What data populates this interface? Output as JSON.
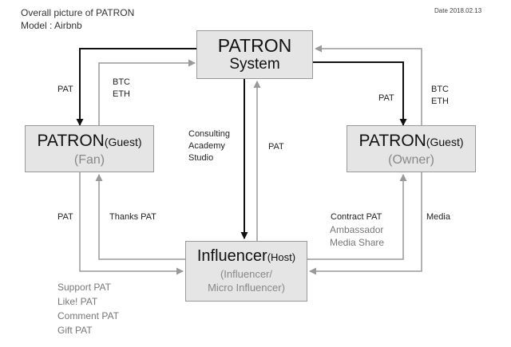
{
  "header": {
    "title": "Overall picture of PATRON",
    "model": "Model : Airbnb",
    "date": "Date 2018.02.13"
  },
  "nodes": {
    "system": {
      "line1": "PATRON",
      "line2": "System"
    },
    "guest_fan": {
      "main": "PATRON",
      "role": "(Guest)",
      "sub": "(Fan)"
    },
    "guest_owner": {
      "main": "PATRON",
      "role": "(Guest)",
      "sub": "(Owner)"
    },
    "influencer": {
      "main": "Influencer",
      "role": "(Host)",
      "sub1": "(Influencer/",
      "sub2": "Micro Influencer)"
    }
  },
  "edges": {
    "system_to_fan": "PAT",
    "fan_to_system": [
      "BTC",
      "ETH"
    ],
    "system_to_owner": "PAT",
    "owner_to_system": [
      "BTC",
      "ETH"
    ],
    "system_to_influencer": [
      "Consulting",
      "Academy",
      "Studio"
    ],
    "influencer_to_system": "PAT",
    "fan_to_influencer": "PAT",
    "influencer_to_fan": "Thanks PAT",
    "influencer_to_owner": "Contract PAT",
    "influencer_to_owner_gray": [
      "Ambassador",
      "Media Share"
    ],
    "owner_to_influencer": "Media"
  },
  "support_list": [
    "Support PAT",
    "Like! PAT",
    "Comment PAT",
    "Gift PAT"
  ],
  "colors": {
    "box_fill": "#e5e5e5",
    "box_border": "#999999",
    "dark_arrow": "#111111",
    "gray_arrow": "#999999"
  }
}
